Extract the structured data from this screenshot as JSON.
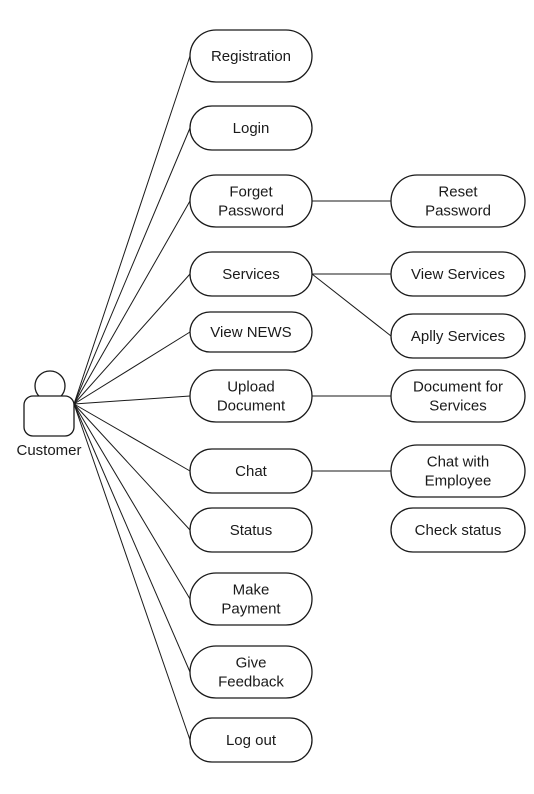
{
  "actor": {
    "name": "Customer",
    "icon": "person-icon"
  },
  "use_cases": [
    {
      "id": "registration",
      "lines": [
        "Registration"
      ]
    },
    {
      "id": "login",
      "lines": [
        "Login"
      ]
    },
    {
      "id": "forget-password",
      "lines": [
        "Forget",
        "Password"
      ]
    },
    {
      "id": "services",
      "lines": [
        "Services"
      ]
    },
    {
      "id": "view-news",
      "lines": [
        "View NEWS"
      ]
    },
    {
      "id": "upload-document",
      "lines": [
        "Upload",
        "Document"
      ]
    },
    {
      "id": "chat",
      "lines": [
        "Chat"
      ]
    },
    {
      "id": "status",
      "lines": [
        "Status"
      ]
    },
    {
      "id": "make-payment",
      "lines": [
        "Make",
        "Payment"
      ]
    },
    {
      "id": "give-feedback",
      "lines": [
        "Give",
        "Feedback"
      ]
    },
    {
      "id": "log-out",
      "lines": [
        "Log out"
      ]
    }
  ],
  "sub_cases": [
    {
      "id": "reset-password",
      "lines": [
        "Reset",
        "Password"
      ],
      "from": "forget-password"
    },
    {
      "id": "view-services",
      "lines": [
        "View Services"
      ],
      "from": "services"
    },
    {
      "id": "aplly-services",
      "lines": [
        "Aplly Services"
      ],
      "from": "services"
    },
    {
      "id": "document-for-services",
      "lines": [
        "Document for",
        "Services"
      ],
      "from": "upload-document"
    },
    {
      "id": "chat-with-employee",
      "lines": [
        "Chat with",
        "Employee"
      ],
      "from": "chat"
    },
    {
      "id": "check-status",
      "lines": [
        "Check status"
      ],
      "from": null
    }
  ]
}
